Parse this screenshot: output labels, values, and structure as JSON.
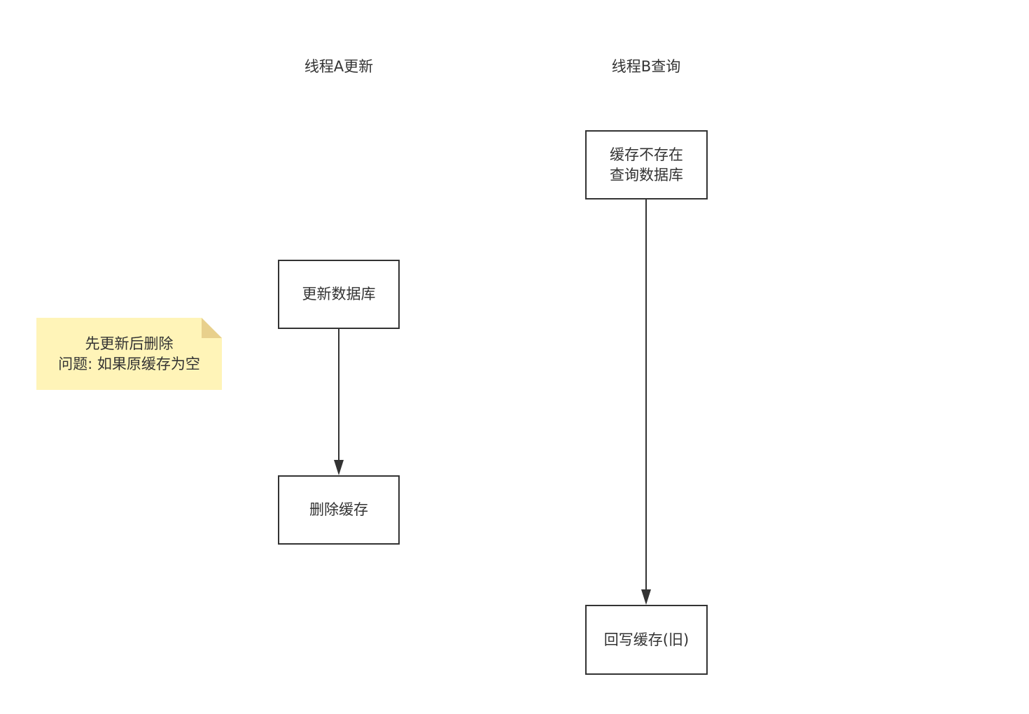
{
  "lanes": {
    "a_title": "线程A更新",
    "b_title": "线程B查询"
  },
  "nodes": {
    "update_db": "更新数据库",
    "delete_cache": "删除缓存",
    "cache_miss_line1": "缓存不存在",
    "cache_miss_line2": "查询数据库",
    "write_back": "回写缓存(旧)"
  },
  "note": {
    "line1": "先更新后删除",
    "line2": "问题: 如果原缓存为空"
  },
  "colors": {
    "stroke": "#333333",
    "note_fill": "#fff4b8",
    "note_fold": "#e8d08c"
  }
}
